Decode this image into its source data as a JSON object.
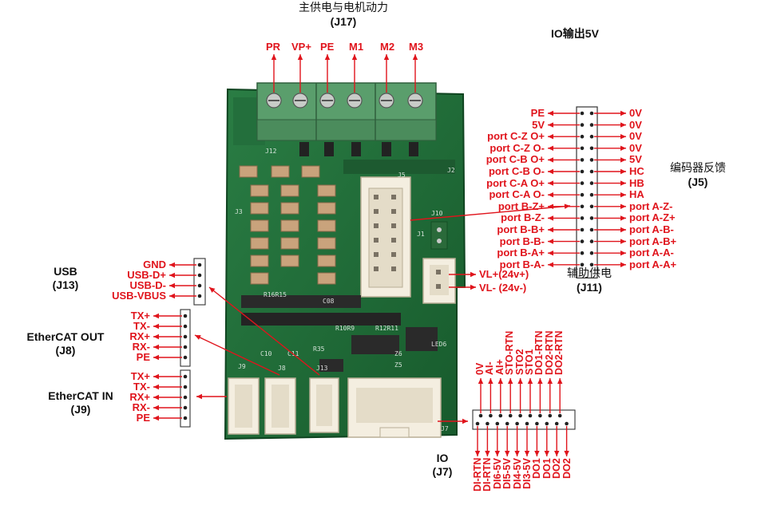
{
  "j17": {
    "title_cn": "主供电与电机动力",
    "ref": "(J17)",
    "pins": [
      "PR",
      "VP+",
      "PE",
      "M1",
      "M2",
      "M3"
    ]
  },
  "j5": {
    "io_title": "IO输出5V",
    "title_cn": "编码器反馈",
    "ref": "(J5)",
    "left_pins": [
      "PE",
      "5V",
      "port C-Z O+",
      "port C-Z O-",
      "port C-B O+",
      "port C-B O-",
      "port C-A O+",
      "port C-A O-",
      "port B-Z+",
      "port B-Z-",
      "port B-B+",
      "port B-B-",
      "port B-A+",
      "port B-A-"
    ],
    "right_pins": [
      "0V",
      "0V",
      "0V",
      "0V",
      "5V",
      "HC",
      "HB",
      "HA",
      "port A-Z-",
      "port A-Z+",
      "port A-B-",
      "port A-B+",
      "port A-A-",
      "port A-A+"
    ]
  },
  "j11": {
    "title_cn": "辅助供电",
    "ref": "(J11)",
    "pins": [
      "VL+(24v+)",
      "VL- (24v-)"
    ]
  },
  "j13": {
    "title": "USB",
    "ref": "(J13)",
    "pins": [
      "GND",
      "USB-D+",
      "USB-D-",
      "USB-VBUS"
    ]
  },
  "j8": {
    "title": "EtherCAT OUT",
    "ref": "(J8)",
    "pins": [
      "TX+",
      "TX-",
      "RX+",
      "RX-",
      "PE"
    ]
  },
  "j9": {
    "title": "EtherCAT IN",
    "ref": "(J9)",
    "pins": [
      "TX+",
      "TX-",
      "RX+",
      "RX-",
      "PE"
    ]
  },
  "j7": {
    "title": "IO",
    "ref": "(J7)",
    "top_pins": [
      "0V",
      "AI-",
      "AI+",
      "STO-RTN",
      "STO2",
      "STO1",
      "DO1-RTN",
      "DO2-RTN",
      "DO2-RTN"
    ],
    "bottom_pins": [
      "DI-RTN",
      "DI-RTN",
      "DI6-5V",
      "DI5-5V",
      "DI4-5V",
      "DI3-5V",
      "DO1",
      "DO1",
      "DO2",
      "DO2"
    ]
  },
  "silkscreen": [
    "J12",
    "J2",
    "J5",
    "J10",
    "J1",
    "J3",
    "R16R15",
    "C08",
    "R10R9",
    "R12R11",
    "LED6",
    "J13",
    "J9",
    "J8",
    "C10",
    "C11",
    "R35",
    "Z6",
    "Z5",
    "J7"
  ],
  "colors": {
    "accent": "#e0141c",
    "pcb": "#1f6e38",
    "pcb_dark": "#175a2c",
    "terminal": "#5a9e6c",
    "connector": "#f4eee0"
  }
}
